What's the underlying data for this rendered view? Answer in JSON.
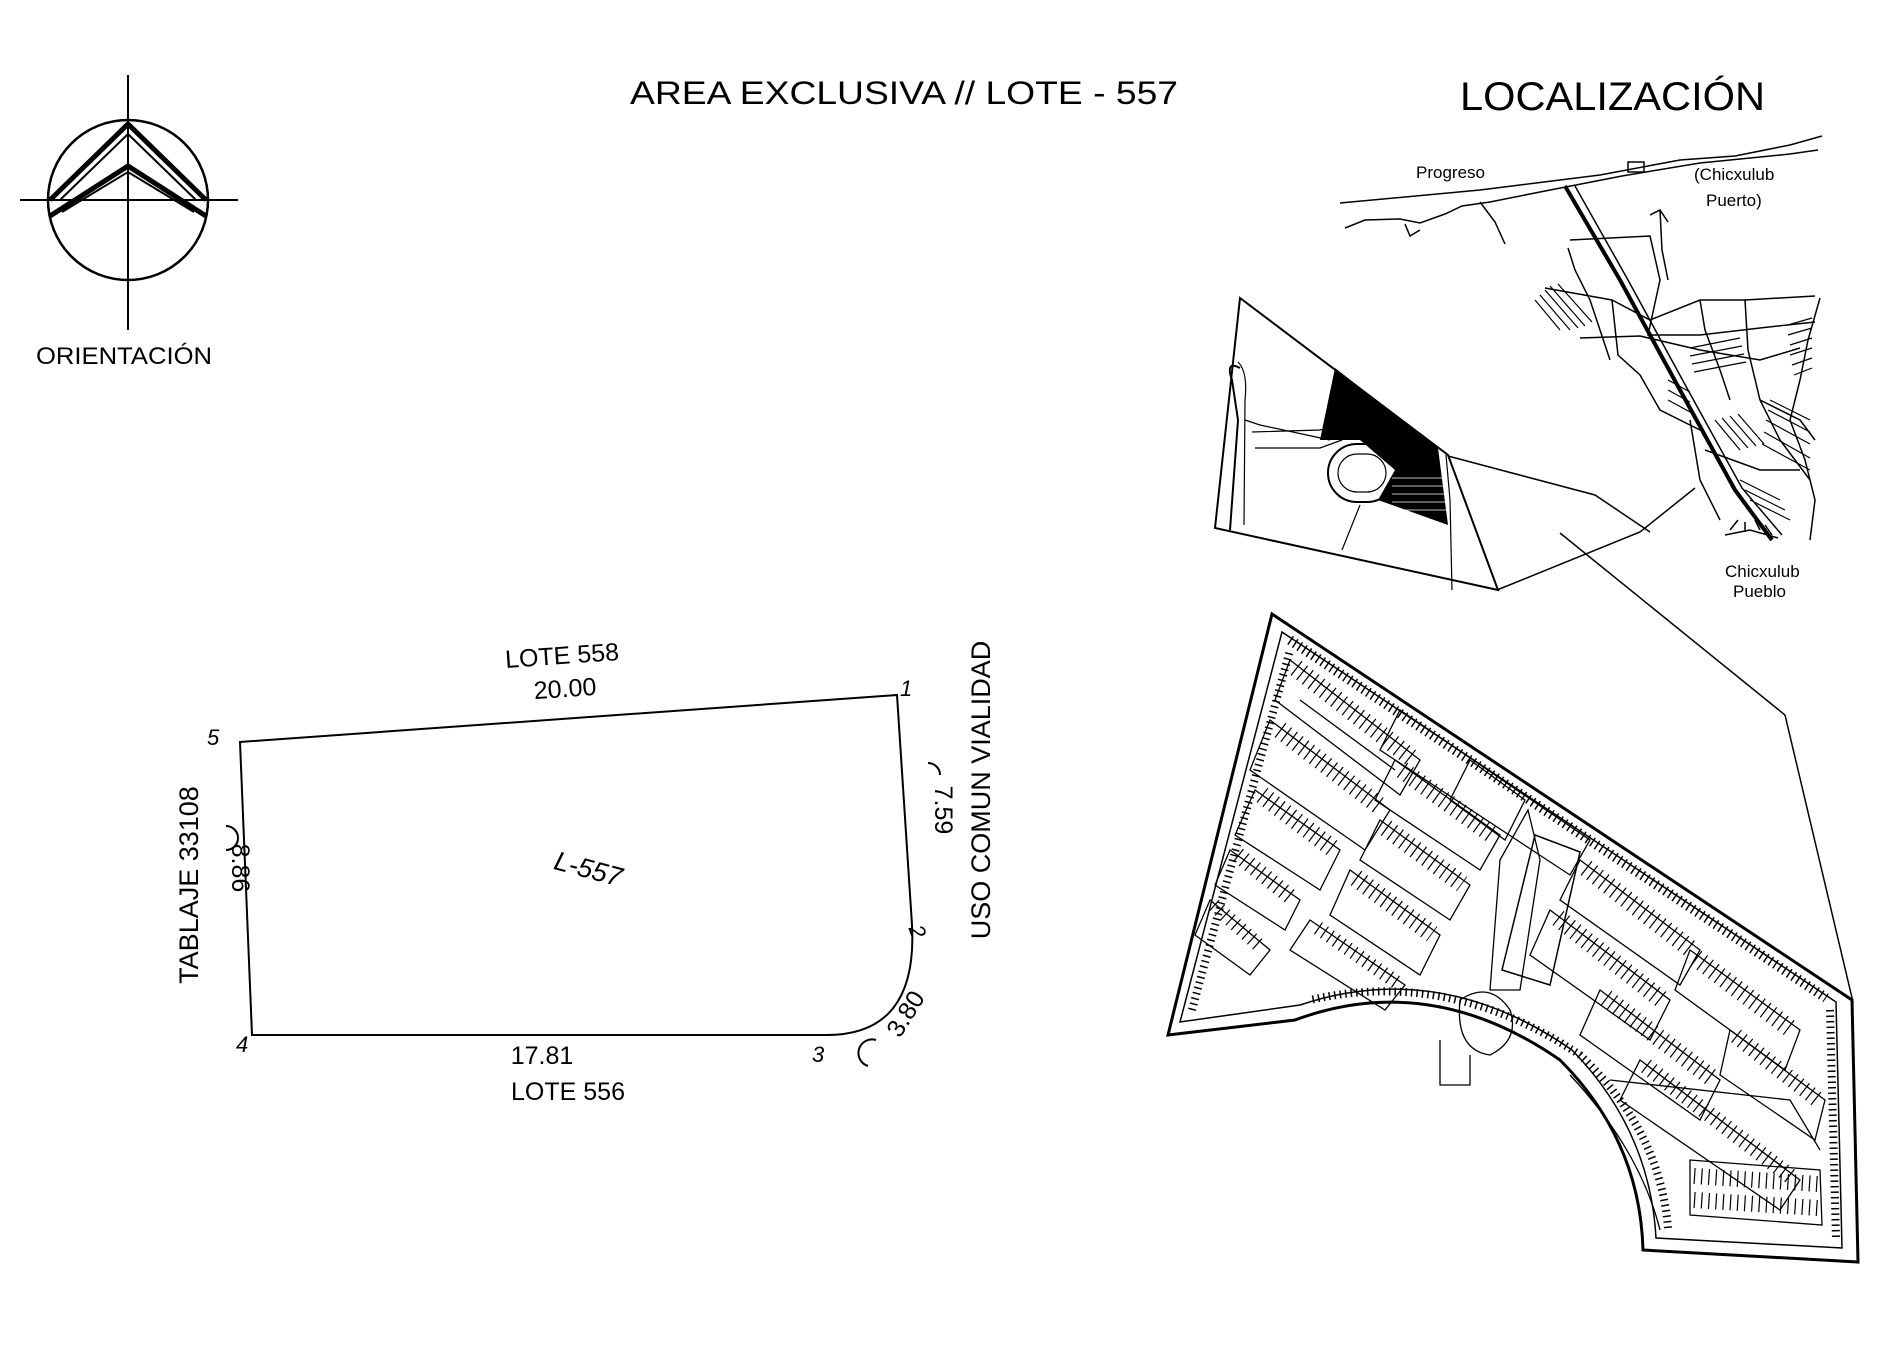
{
  "title": "AREA EXCLUSIVA // LOTE - 557",
  "orientation": {
    "label": "ORIENTACIÓN",
    "icon": "north-arrow-icon"
  },
  "location": {
    "heading": "LOCALIZACIÓN",
    "places": {
      "progreso": "Progreso",
      "chicxulub_puerto_line1": "(Chicxulub",
      "chicxulub_puerto_line2": "Puerto)",
      "chicxulub_pueblo_line1": "Chicxulub",
      "chicxulub_pueblo_line2": "Pueblo"
    }
  },
  "lot": {
    "id": "L-557",
    "vertices": [
      "1",
      "2",
      "3",
      "4",
      "5"
    ],
    "north": {
      "neighbor": "LOTE 558",
      "length": "20.00"
    },
    "south": {
      "neighbor": "LOTE 556",
      "length": "17.81"
    },
    "west": {
      "neighbor": "TABLAJE 33108",
      "length": "8.86"
    },
    "east": {
      "neighbor": "USO COMUN VIALIDAD",
      "length": "7.59"
    },
    "curve": {
      "length": "3.80"
    }
  },
  "colors": {
    "ink": "#000000",
    "paper": "#ffffff"
  }
}
